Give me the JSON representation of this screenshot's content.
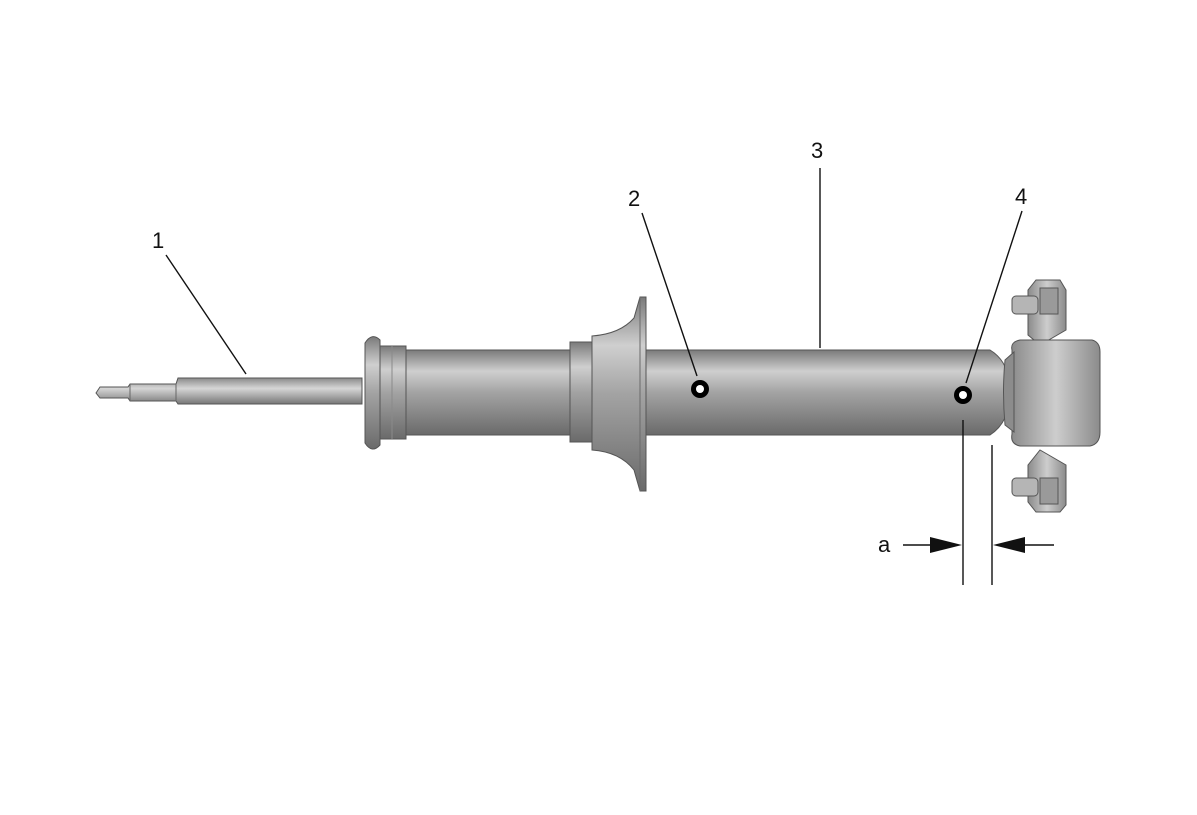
{
  "callouts": [
    {
      "id": "1",
      "label": "1"
    },
    {
      "id": "2",
      "label": "2"
    },
    {
      "id": "3",
      "label": "3"
    },
    {
      "id": "4",
      "label": "4"
    }
  ],
  "dimension": {
    "label": "a"
  },
  "colors": {
    "body": "#9a9a9a",
    "body_dark": "#6f6f6f",
    "body_light": "#c9c9c9",
    "outline": "#4a4a4a",
    "line": "#111111"
  }
}
